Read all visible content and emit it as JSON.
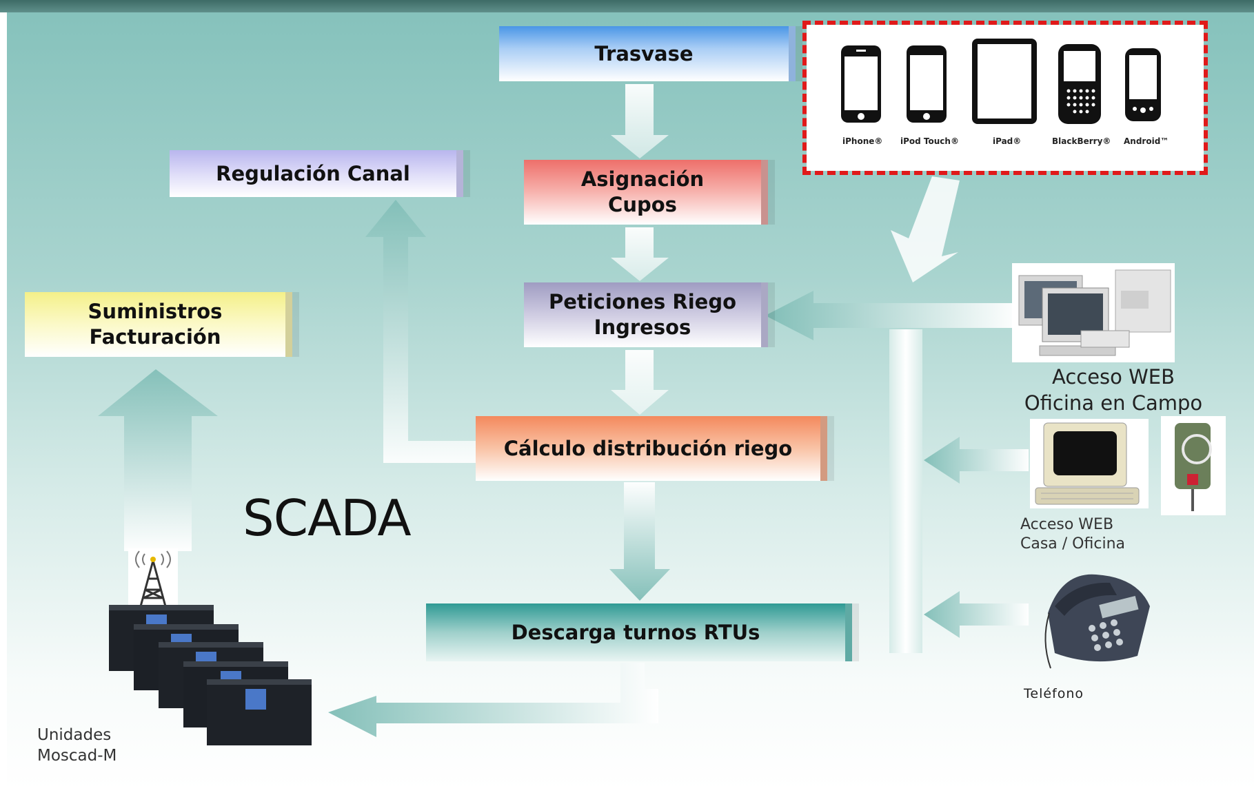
{
  "boxes": {
    "trasvase": "Trasvase",
    "asignacion_l1": "Asignación",
    "asignacion_l2": "Cupos",
    "peticiones_l1": "Peticiones Riego",
    "peticiones_l2": "Ingresos",
    "calculo": "Cálculo distribución riego",
    "descarga": "Descarga turnos RTUs",
    "regulacion": "Regulación Canal",
    "suministros_l1": "Suministros",
    "suministros_l2": "Facturación"
  },
  "labels": {
    "scada": "SCADA",
    "acceso_web_oficina_l1": "Acceso WEB",
    "acceso_web_oficina_l2": "Oficina en Campo",
    "acceso_web_casa_l1": "Acceso WEB",
    "acceso_web_casa_l2": "Casa / Oficina",
    "telefono": "Teléfono",
    "unidades_l1": "Unidades",
    "unidades_l2": "Moscad-M"
  },
  "devices": [
    "iPhone®",
    "iPod Touch®",
    "iPad®",
    "BlackBerry®",
    "Android™"
  ],
  "colors": {
    "trasvase": "#4a96e6",
    "asignacion": "#ee6f6a",
    "peticiones": "#9f9cc2",
    "calculo": "#f4895d",
    "descarga": "#2f9a94",
    "regulacion": "#b9b6ee",
    "suministros": "#f4f089",
    "device_frame": "#e01a1a"
  }
}
